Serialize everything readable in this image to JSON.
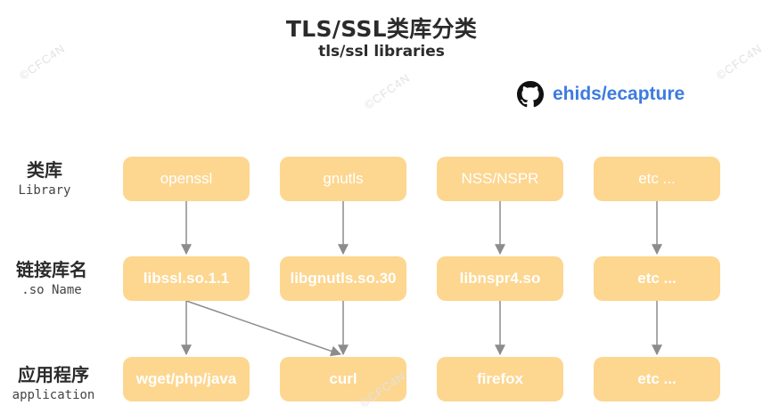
{
  "title": "TLS/SSL类库分类",
  "subtitle": "tls/ssl libraries",
  "repo": {
    "icon": "github-icon",
    "text": "ehids/ecapture"
  },
  "rows": {
    "library": {
      "zh": "类库",
      "en": "Library"
    },
    "soname": {
      "zh": "链接库名",
      "en": ".so Name"
    },
    "application": {
      "zh": "应用程序",
      "en": "application"
    }
  },
  "libraries": [
    "openssl",
    "gnutls",
    "NSS/NSPR",
    "etc ..."
  ],
  "so_names": [
    "libssl.so.1.1",
    "libgnutls.so.30",
    "libnspr4.so",
    "etc ..."
  ],
  "applications": [
    "wget/php/java",
    "curl",
    "firefox",
    "etc ..."
  ],
  "watermark": "©CFC4N",
  "colors": {
    "node_fill": "#fdd690",
    "node_text": "#ffffff",
    "link": "#3d7be0",
    "arrow": "#8c8c8c"
  }
}
